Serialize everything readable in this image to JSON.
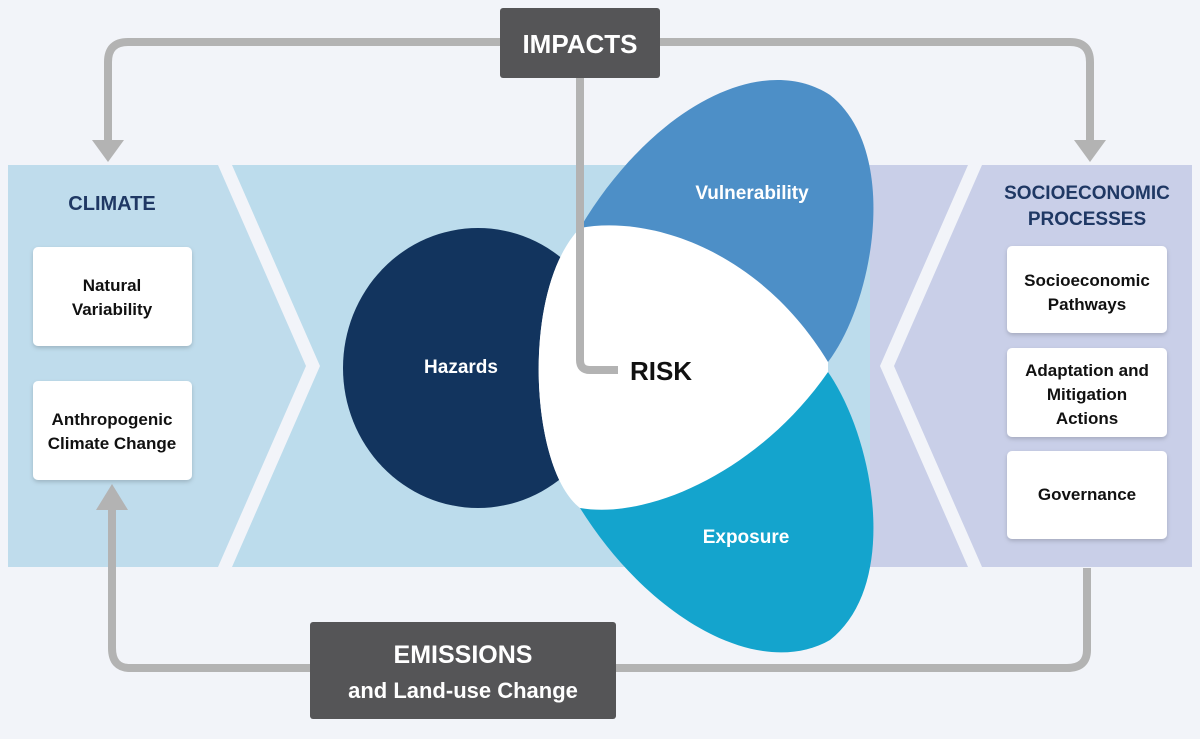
{
  "impacts": {
    "label": "IMPACTS"
  },
  "emissions": {
    "line1": "EMISSIONS",
    "line2": "and Land-use Change"
  },
  "climate": {
    "title": "CLIMATE",
    "boxes": [
      {
        "lines": [
          "Natural",
          "Variability"
        ]
      },
      {
        "lines": [
          "Anthropogenic",
          "Climate Change"
        ]
      }
    ]
  },
  "socioeconomic": {
    "title_lines": [
      "SOCIOECONOMIC",
      "PROCESSES"
    ],
    "boxes": [
      {
        "lines": [
          "Socioeconomic",
          "Pathways"
        ]
      },
      {
        "lines": [
          "Adaptation and",
          "Mitigation",
          "Actions"
        ]
      },
      {
        "lines": [
          "Governance"
        ]
      }
    ]
  },
  "risk": {
    "center": "RISK",
    "hazards": "Hazards",
    "vulnerability": "Vulnerability",
    "exposure": "Exposure"
  },
  "colors": {
    "climate_panel": "#bfdcec",
    "middle_panel": "#bcdcec",
    "socio_panel": "#c9cfe8",
    "hazards": "#12345e",
    "vulnerability": "#4d8fc7",
    "exposure": "#14a4cd",
    "risk_center": "#ffffff",
    "dark_box": "#555557",
    "arrow": "#b3b3b3",
    "title_text": "#1f3864"
  }
}
